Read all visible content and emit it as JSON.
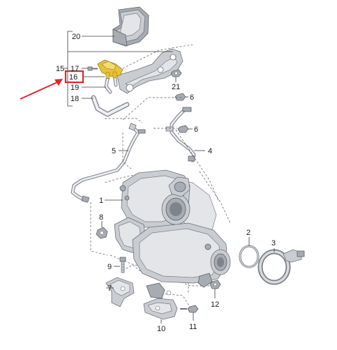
{
  "diagram": {
    "callouts": [
      {
        "id": "c20",
        "text": "20"
      },
      {
        "id": "c15",
        "text": "15"
      },
      {
        "id": "c17",
        "text": "17"
      },
      {
        "id": "c16",
        "text": "16"
      },
      {
        "id": "c19",
        "text": "19"
      },
      {
        "id": "c18",
        "text": "18"
      },
      {
        "id": "c21",
        "text": "21"
      },
      {
        "id": "c6a",
        "text": "6"
      },
      {
        "id": "c6b",
        "text": "6"
      },
      {
        "id": "c5",
        "text": "5"
      },
      {
        "id": "c4",
        "text": "4"
      },
      {
        "id": "c1",
        "text": "1"
      },
      {
        "id": "c8",
        "text": "8"
      },
      {
        "id": "c2",
        "text": "2"
      },
      {
        "id": "c3",
        "text": "3"
      },
      {
        "id": "c9",
        "text": "9"
      },
      {
        "id": "c7",
        "text": "7"
      },
      {
        "id": "c12",
        "text": "12"
      },
      {
        "id": "c10",
        "text": "10"
      },
      {
        "id": "c11",
        "text": "11"
      }
    ],
    "highlight": {
      "target": "16",
      "box_color": "#e0262a",
      "arrow_color": "#e0262a",
      "part_color": "#e8c23a"
    }
  }
}
